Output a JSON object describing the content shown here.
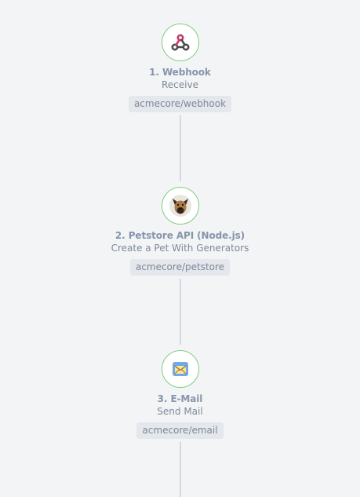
{
  "steps": [
    {
      "title": "1. Webhook",
      "action": "Receive",
      "component": "acmecore/webhook",
      "icon": "webhook-icon"
    },
    {
      "title": "2. Petstore API (Node.js)",
      "action": "Create a Pet With Generators",
      "component": "acmecore/petstore",
      "icon": "dog-avatar-icon"
    },
    {
      "title": "3. E-Mail",
      "action": "Send Mail",
      "component": "acmecore/email",
      "icon": "envelope-icon"
    }
  ],
  "colors": {
    "background": "#f3f4f6",
    "node_border": "#7fcf7f",
    "connector": "#d5d9df",
    "tag_background": "#e4e7ec"
  }
}
